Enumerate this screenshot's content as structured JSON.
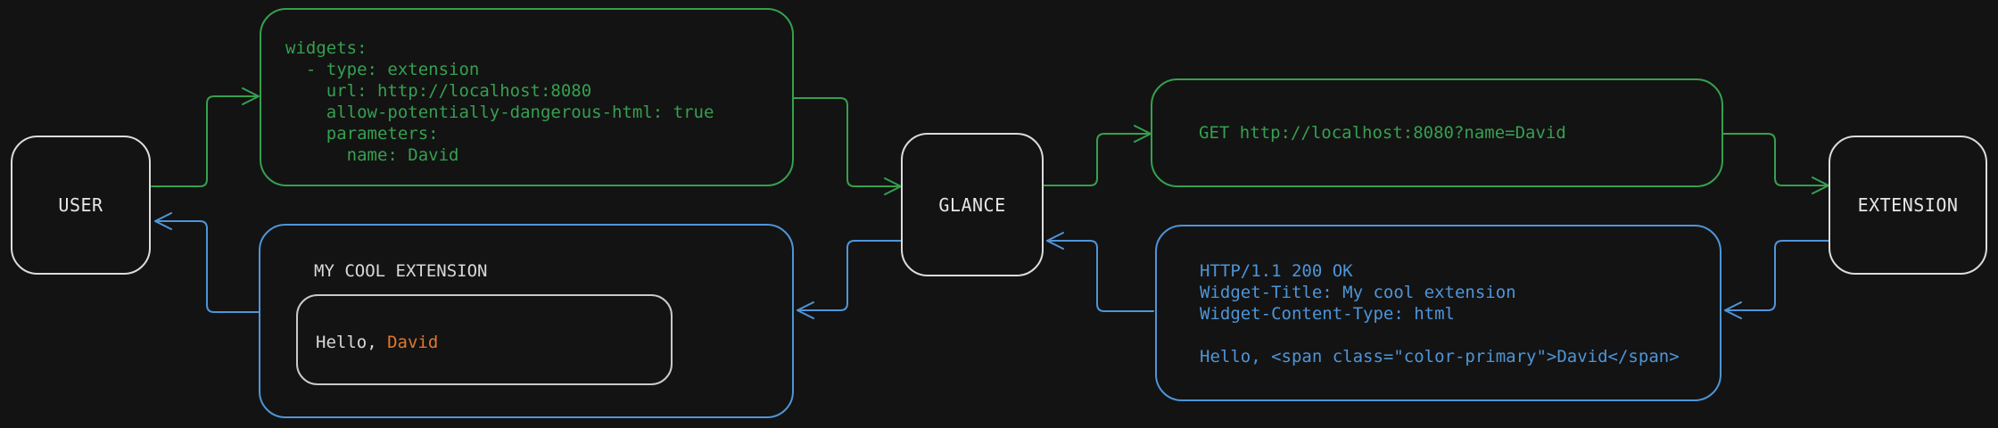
{
  "colors": {
    "background": "#131313",
    "node_border": "#dcdcdc",
    "node_label": "#e6e6e6",
    "green": "#35a04f",
    "blue": "#4e95d8",
    "orange": "#e2772e",
    "inner_border": "#c9c9c9",
    "text_light": "#d9d9d9"
  },
  "nodes": {
    "user": {
      "label": "USER"
    },
    "glance": {
      "label": "GLANCE"
    },
    "extension": {
      "label": "EXTENSION"
    }
  },
  "messages": {
    "config_yaml": {
      "code": "widgets:\n  - type: extension\n    url: http://localhost:8080\n    allow-potentially-dangerous-html: true\n    parameters:\n      name: David"
    },
    "http_request": {
      "text": "GET http://localhost:8080?name=David"
    },
    "http_response": {
      "code": "HTTP/1.1 200 OK\nWidget-Title: My cool extension\nWidget-Content-Type: html\n\nHello, <span class=\"color-primary\">David</span>"
    },
    "widget_preview": {
      "title": "MY COOL EXTENSION",
      "greeting_prefix": "Hello, ",
      "greeting_name": "David"
    }
  }
}
